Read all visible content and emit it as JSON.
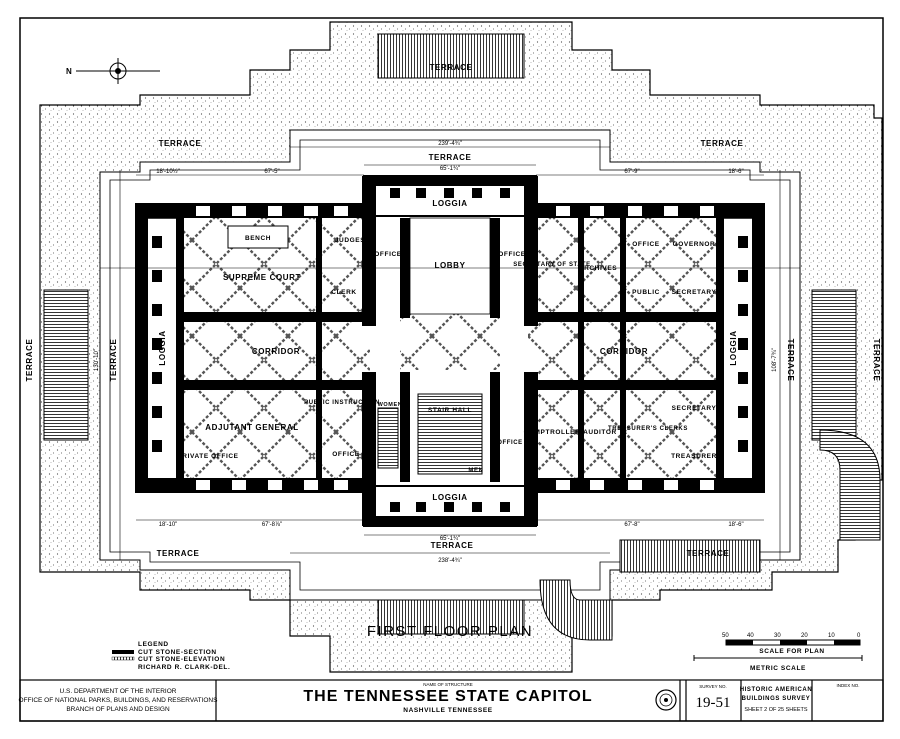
{
  "plan_title": "FIRST FLOOR PLAN",
  "terraces": {
    "top": "TERRACE",
    "upper_left": "TERRACE",
    "upper_right": "TERRACE",
    "inner_top": "TERRACE",
    "lower_left": "TERRACE",
    "lower_right": "TERRACE",
    "inner_bottom": "TERRACE",
    "left_outer": "TERRACE",
    "left_inner": "TERRACE",
    "right_inner": "TERRACE",
    "right_outer": "TERRACE"
  },
  "rooms": {
    "loggia_top": "LOGGIA",
    "loggia_bottom": "LOGGIA",
    "loggia_left": "LOGGIA",
    "loggia_right": "LOGGIA",
    "lobby": "LOBBY",
    "office_left": "OFFICE",
    "office_right": "OFFICE",
    "bench": "BENCH",
    "judges": "JUDGES",
    "supreme_court": "SUPREME COURT",
    "clerk": "CLERK",
    "corridor_left": "CORRIDOR",
    "corridor_right": "CORRIDOR",
    "secretary_of_state": "SECRETARY OF STATE",
    "archives": "ARCHIVES",
    "office_gov": "OFFICE",
    "governor": "GOVERNOR",
    "public": "PUBLIC",
    "secretary_upper": "SECRETARY",
    "public_instruction": "PUBLIC INSTRUCTION",
    "adjutant_general": "ADJUTANT GENERAL",
    "private_office": "PRIVATE OFFICE",
    "office_lower": "OFFICE",
    "women": "WOMEN",
    "stair_hall": "STAIR HALL",
    "men": "MEN",
    "office_stair": "OFFICE",
    "comptroller": "COMPTROLLER",
    "auditor": "AUDITOR",
    "treasurers_clerks": "TREASURER'S CLERKS",
    "secretary_lower": "SECRETARY",
    "treasurer": "TREASURER"
  },
  "dimensions": {
    "top_overall": "239'-4¾\"",
    "top_inner": "65'-1¾\"",
    "bottom_overall": "238'-4¾\"",
    "bottom_inner": "65'-1¾\"",
    "left_overall": "130'-10\"",
    "right_overall": "108'-7¾\"",
    "top_left_seg": "18'-10½\"",
    "top_left_seg2": "67'-5\"",
    "top_right_seg": "67'-9\"",
    "top_right_seg2": "18'-6\"",
    "bottom_left_seg": "18'-10\"",
    "bottom_left_seg2": "67'-8⅞\"",
    "bottom_right_seg": "67'-8\"",
    "bottom_right_seg2": "18'-6\""
  },
  "legend": {
    "heading": "LEGEND",
    "section": "CUT STONE-SECTION",
    "elevation": "CUT STONE-ELEVATION",
    "author": "RICHARD R. CLARK-DEL."
  },
  "scale": {
    "ticks": [
      "50",
      "40",
      "30",
      "20",
      "10",
      "0"
    ],
    "plan_label": "SCALE FOR PLAN",
    "metric_label": "METRIC SCALE"
  },
  "title_block": {
    "agency_1": "U.S. DEPARTMENT OF THE INTERIOR",
    "agency_2": "OFFICE OF NATIONAL PARKS, BUILDINGS, AND RESERVATIONS",
    "agency_3": "BRANCH OF PLANS AND DESIGN",
    "name_caption": "NAME OF STRUCTURE",
    "structure": "THE TENNESSEE STATE CAPITOL",
    "location": "NASHVILLE TENNESSEE",
    "survey_caption": "SURVEY NO.",
    "survey_no": "19-51",
    "habs_1": "HISTORIC AMERICAN",
    "habs_2": "BUILDINGS SURVEY",
    "sheet": "SHEET 2 OF 25 SHEETS",
    "index_caption": "INDEX NO."
  },
  "compass": {
    "north": "N"
  }
}
